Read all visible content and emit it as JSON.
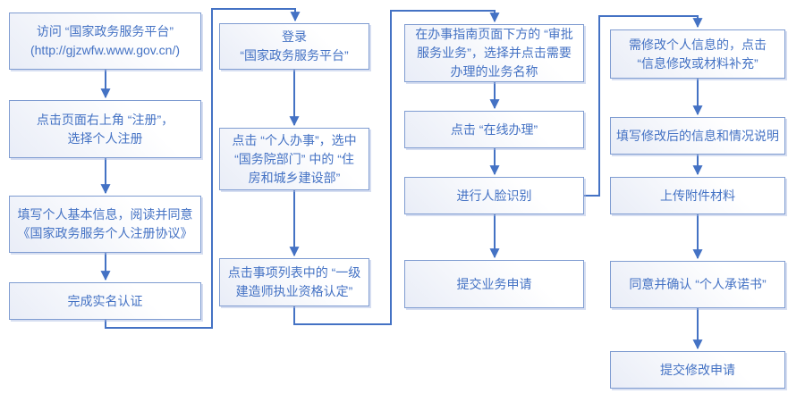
{
  "diagram": {
    "type": "flowchart",
    "accent_color": "#4472C4",
    "box_border_color": "#7F9CD1",
    "box_fill_gradient": [
      "#ffffff",
      "#e9edf7"
    ],
    "columns": [
      {
        "boxes": [
          {
            "id": "visit-platform",
            "label": "访问 “国家政务服务平台”\n(http://gjzwfw.www.gov.cn/)"
          },
          {
            "id": "click-register",
            "label": "点击页面右上角 “注册”，\n选择个人注册"
          },
          {
            "id": "fill-basic-info",
            "label": "填写个人基本信息，阅读并同意\n《国家政务服务个人注册协议》"
          },
          {
            "id": "complete-real-name-auth",
            "label": "完成实名认证"
          }
        ]
      },
      {
        "boxes": [
          {
            "id": "login-platform",
            "label": "登录\n“国家政务服务平台”"
          },
          {
            "id": "click-personal-affairs",
            "label": "点击 “个人办事”，选中\n“国务院部门” 中的 “住\n房和城乡建设部”"
          },
          {
            "id": "click-item-list",
            "label": "点击事项列表中的 “一级\n建造师执业资格认定”"
          }
        ]
      },
      {
        "boxes": [
          {
            "id": "select-approval-service",
            "label": "在办事指南页面下方的 “审批\n服务业务”，选择并点击需要\n办理的业务名称"
          },
          {
            "id": "click-online-handle",
            "label": "点击 “在线办理”"
          },
          {
            "id": "face-recognition",
            "label": "进行人脸识别"
          },
          {
            "id": "submit-business-application",
            "label": "提交业务申请"
          }
        ]
      },
      {
        "boxes": [
          {
            "id": "click-modify-info",
            "label": "需修改个人信息的，点击\n“信息修改或材料补充”"
          },
          {
            "id": "fill-modified-info",
            "label": "填写修改后的信息和情况说明"
          },
          {
            "id": "upload-attachments",
            "label": "上传附件材料"
          },
          {
            "id": "confirm-personal-commitment",
            "label": "同意并确认 “个人承诺书”"
          },
          {
            "id": "submit-modification-application",
            "label": "提交修改申请"
          }
        ]
      }
    ],
    "cross_column_connections": [
      {
        "from": "complete-real-name-auth",
        "to": "login-platform"
      },
      {
        "from": "click-item-list",
        "to": "select-approval-service"
      },
      {
        "from": "face-recognition",
        "to": "click-modify-info"
      }
    ]
  }
}
